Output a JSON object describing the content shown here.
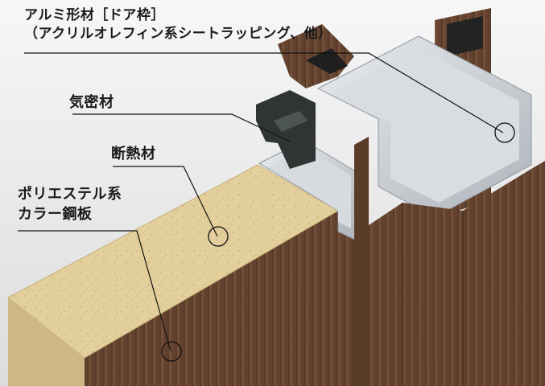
{
  "labels": {
    "frame": {
      "line1": "アルミ形材［ドア枠］",
      "line2": "（アクリルオレフィン系シートラッピング、他）"
    },
    "seal": "気密材",
    "insulation": "断熱材",
    "steel_sheet": {
      "line1": "ポリエステル系",
      "line2": "カラー鋼板"
    }
  },
  "colors": {
    "wood": "#6b4a32",
    "wood_dark": "#4e3322",
    "aluminum": "#c9cdd2",
    "foam": "#e2cf9c",
    "seal": "#2f3533",
    "background": "#ececec"
  }
}
